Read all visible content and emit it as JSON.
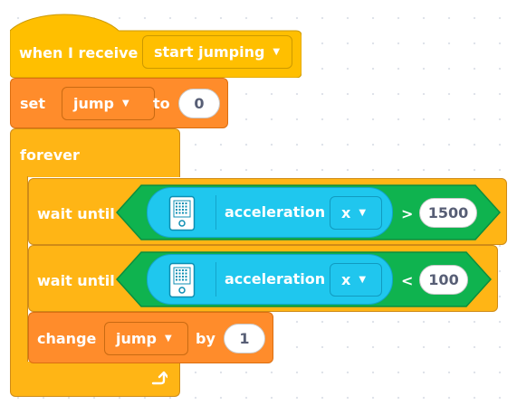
{
  "event_block": {
    "label": "when I receive",
    "message": "start jumping"
  },
  "set_block": {
    "label": "set",
    "variable": "jump",
    "to_label": "to",
    "value": "0"
  },
  "forever_block": {
    "label": "forever"
  },
  "wait_block_1": {
    "label": "wait until",
    "sensor_label": "acceleration",
    "axis": "x",
    "operator": ">",
    "value": "1500"
  },
  "wait_block_2": {
    "label": "wait until",
    "sensor_label": "acceleration",
    "axis": "x",
    "operator": "<",
    "value": "100"
  },
  "change_block": {
    "label": "change",
    "variable": "jump",
    "by_label": "by",
    "value": "1"
  },
  "icons": {
    "dropdown": "caret-down-icon",
    "hub": "hub-icon",
    "loop": "loop-arrow-icon"
  },
  "colors": {
    "event": "#ffbf00",
    "variables": "#ff8c2b",
    "control": "#ffb515",
    "operators": "#0fb34f",
    "sensors": "#1fc7ee"
  }
}
